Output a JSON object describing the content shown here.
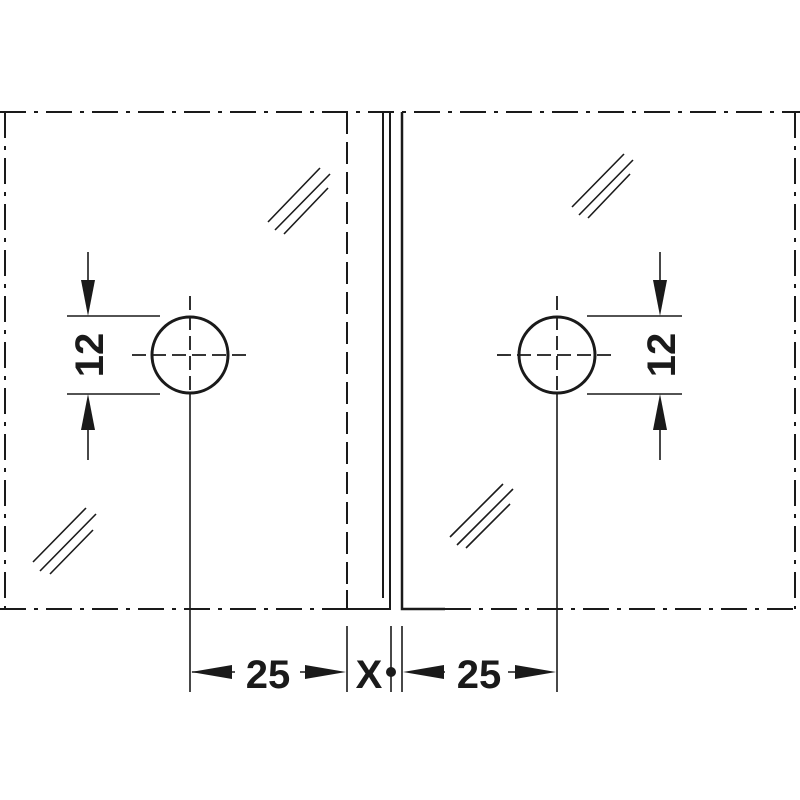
{
  "labels": {
    "hole_diameter_left": "12",
    "hole_diameter_right": "12",
    "edge_distance_left": "25",
    "edge_distance_right": "25",
    "gap": "X"
  },
  "colors": {
    "line": "#1a1a1a",
    "background": "#ffffff"
  }
}
